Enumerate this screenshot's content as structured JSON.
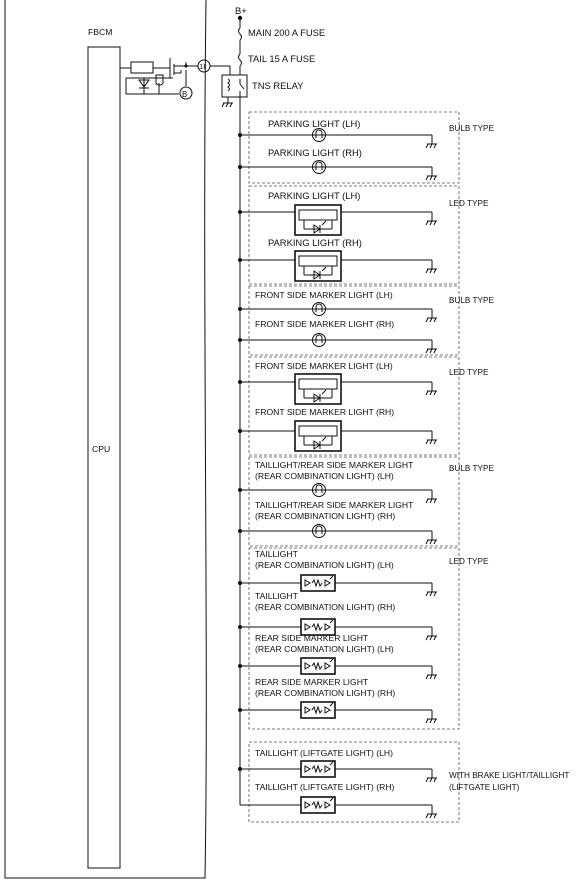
{
  "module": {
    "name": "FBCM",
    "cpu": "CPU"
  },
  "supply": {
    "battery": "B+",
    "main_fuse": "MAIN 200 A FUSE",
    "tail_fuse": "TAIL 15 A FUSE",
    "relay": "TNS RELAY"
  },
  "connectors": {
    "pin": "1I",
    "ref": "B"
  },
  "sections": {
    "parking_bulb": {
      "type": "BULB TYPE",
      "items": [
        {
          "label": "PARKING LIGHT (LH)"
        },
        {
          "label": "PARKING LIGHT (RH)"
        }
      ]
    },
    "parking_led": {
      "type": "LED TYPE",
      "items": [
        {
          "label": "PARKING LIGHT (LH)"
        },
        {
          "label": "PARKING LIGHT (RH)"
        }
      ]
    },
    "front_bulb": {
      "type": "BULB TYPE",
      "items": [
        {
          "label": "FRONT SIDE MARKER LIGHT (LH)"
        },
        {
          "label": "FRONT SIDE MARKER LIGHT (RH)"
        }
      ]
    },
    "front_led": {
      "type": "LED TYPE",
      "items": [
        {
          "label": "FRONT SIDE MARKER LIGHT (LH)"
        },
        {
          "label": "FRONT SIDE MARKER LIGHT (RH)"
        }
      ]
    },
    "rear_bulb": {
      "type": "BULB TYPE",
      "items": [
        {
          "l1": "TAILLIGHT/REAR SIDE MARKER LIGHT",
          "l2": "(REAR COMBINATION LIGHT) (LH)"
        },
        {
          "l1": "TAILLIGHT/REAR SIDE MARKER LIGHT",
          "l2": "(REAR COMBINATION LIGHT) (RH)"
        }
      ]
    },
    "rear_led": {
      "type": "LED TYPE",
      "items": [
        {
          "l1": "TAILLIGHT",
          "l2": "(REAR COMBINATION LIGHT) (LH)"
        },
        {
          "l1": "TAILLIGHT",
          "l2": "(REAR COMBINATION LIGHT) (RH)"
        },
        {
          "l1": "REAR SIDE MARKER LIGHT",
          "l2": "(REAR COMBINATION LIGHT) (LH)"
        },
        {
          "l1": "REAR SIDE MARKER LIGHT",
          "l2": "(REAR COMBINATION LIGHT) (RH)"
        }
      ]
    },
    "liftgate": {
      "type_l1": "WITH BRAKE LIGHT/TAILLIGHT",
      "type_l2": "(LIFTGATE LIGHT)",
      "items": [
        {
          "label": "TAILLIGHT (LIFTGATE LIGHT) (LH)"
        },
        {
          "label": "TAILLIGHT (LIFTGATE LIGHT) (RH)"
        }
      ]
    }
  }
}
